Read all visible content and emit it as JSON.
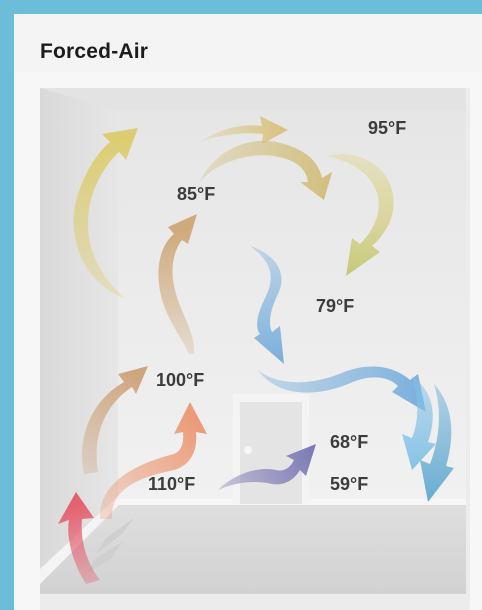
{
  "header": {
    "title": "Forced-Air"
  },
  "diagram": {
    "temperatures": {
      "t95": "95°F",
      "t85": "85°F",
      "t79": "79°F",
      "t100": "100°F",
      "t68": "68°F",
      "t110": "110°F",
      "t59": "59°F"
    },
    "colors": {
      "background_frame": "#6cbdd7",
      "hot_red": "#e46170",
      "warm_orange": "#ec9b78",
      "tan": "#cfa57e",
      "yellow": "#dccd72",
      "olive": "#c7ca7a",
      "blue": "#79aedc",
      "light_blue": "#86c3e6",
      "purple": "#7b78b3"
    }
  }
}
